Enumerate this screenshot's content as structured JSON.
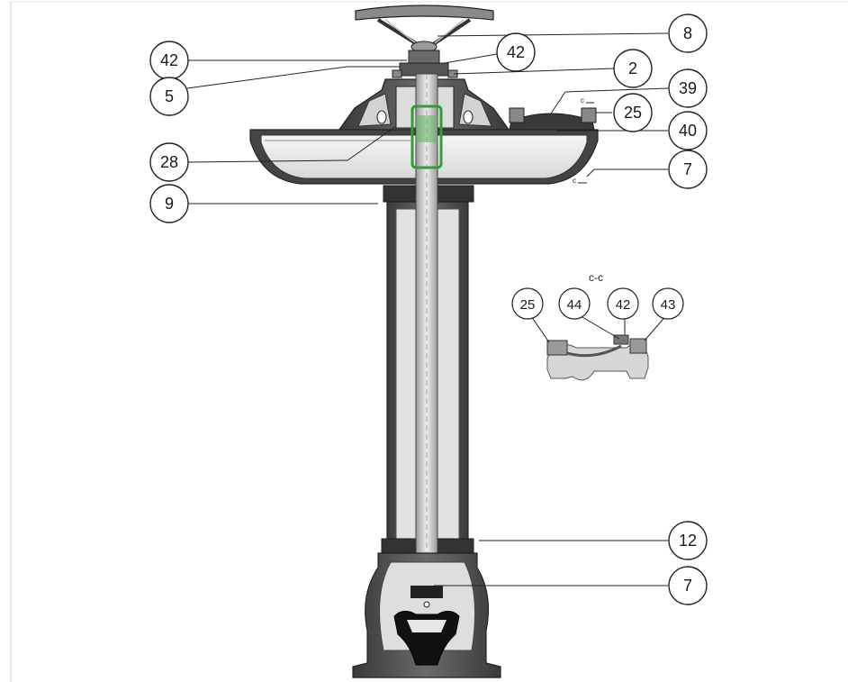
{
  "section_title": "c-c",
  "callouts": [
    {
      "id": "c8",
      "label": "8"
    },
    {
      "id": "c42a",
      "label": "42"
    },
    {
      "id": "c42b",
      "label": "42"
    },
    {
      "id": "c5",
      "label": "5"
    },
    {
      "id": "c2",
      "label": "2"
    },
    {
      "id": "c39",
      "label": "39"
    },
    {
      "id": "c25",
      "label": "25"
    },
    {
      "id": "c40",
      "label": "40"
    },
    {
      "id": "c28",
      "label": "28"
    },
    {
      "id": "c7a",
      "label": "7"
    },
    {
      "id": "c9",
      "label": "9"
    },
    {
      "id": "c12",
      "label": "12"
    },
    {
      "id": "c7b",
      "label": "7"
    },
    {
      "id": "s25",
      "label": "25"
    },
    {
      "id": "s44",
      "label": "44"
    },
    {
      "id": "s42",
      "label": "42"
    },
    {
      "id": "s43",
      "label": "43"
    }
  ],
  "dim_marks": [
    {
      "id": "d1",
      "label": "c"
    },
    {
      "id": "d2",
      "label": "c"
    }
  ],
  "colors": {
    "casting": "#4b4b4b",
    "light": "#d9d9d9",
    "rod": "#c8c8c8",
    "seal": "#2e9e3a",
    "line": "#222222"
  }
}
